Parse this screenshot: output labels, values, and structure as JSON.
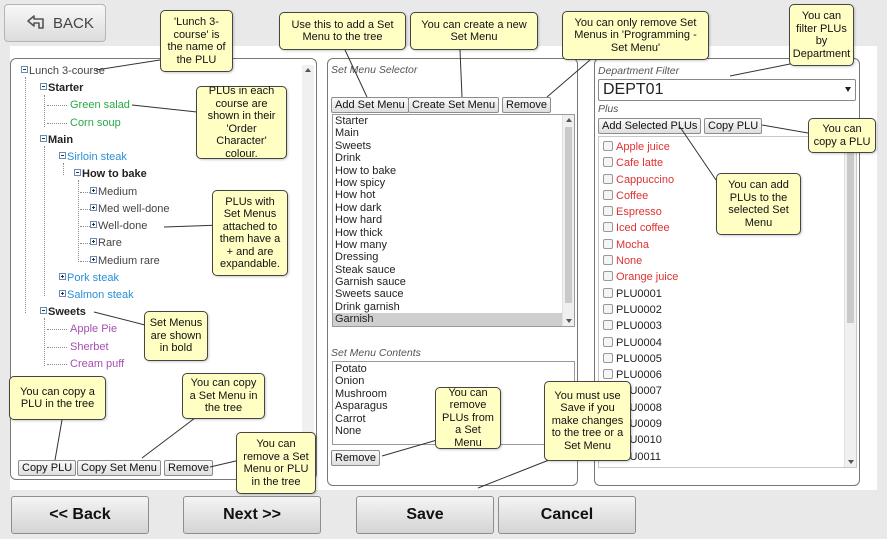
{
  "topbar": {
    "back_label": "BACK"
  },
  "tree": {
    "root": "Lunch 3-course",
    "starter": "Starter",
    "green_salad": "Green salad",
    "corn_soup": "Corn soup",
    "main": "Main",
    "sirloin": "Sirloin steak",
    "how_to_bake": "How to bake",
    "medium": "Medium",
    "med_well": "Med well-done",
    "well_done": "Well-done",
    "rare": "Rare",
    "medium_rare": "Medium rare",
    "pork": "Pork steak",
    "salmon": "Salmon steak",
    "sweets": "Sweets",
    "apple_pie": "Apple Pie",
    "sherbet": "Sherbet",
    "cream_puff": "Cream puff",
    "copy_plu": "Copy PLU",
    "copy_set_menu": "Copy Set Menu",
    "remove": "Remove"
  },
  "set_menu": {
    "selector_label": "Set Menu Selector",
    "add_button": "Add Set Menu",
    "create_button": "Create Set Menu",
    "remove_button": "Remove",
    "items": [
      "Starter",
      "Main",
      "Sweets",
      "Drink",
      "How to bake",
      "How spicy",
      "How hot",
      "How dark",
      "How hard",
      "How thick",
      "How many",
      "Dressing",
      "Steak sauce",
      "Garnish sauce",
      "Sweets sauce",
      "Drink garnish",
      "Garnish"
    ],
    "selected_item": "Garnish",
    "contents_label": "Set Menu Contents",
    "contents": [
      "Potato",
      "Onion",
      "Mushroom",
      "Asparagus",
      "Carrot",
      "None"
    ],
    "contents_remove": "Remove"
  },
  "department": {
    "filter_label": "Department Filter",
    "selected": "DEPT01",
    "plus_label": "Plus",
    "add_selected": "Add Selected PLUs",
    "copy_plu": "Copy PLU",
    "plus": [
      {
        "name": "Apple juice"
      },
      {
        "name": "Cafe latte"
      },
      {
        "name": "Cappuccino"
      },
      {
        "name": "Coffee"
      },
      {
        "name": "Espresso"
      },
      {
        "name": "Iced coffee"
      },
      {
        "name": "Mocha"
      },
      {
        "name": "None"
      },
      {
        "name": "Orange juice"
      },
      {
        "name": "PLU0001"
      },
      {
        "name": "PLU0002"
      },
      {
        "name": "PLU0003"
      },
      {
        "name": "PLU0004"
      },
      {
        "name": "PLU0005"
      },
      {
        "name": "PLU0006"
      },
      {
        "name": "PLU0007"
      },
      {
        "name": "PLU0008"
      },
      {
        "name": "PLU0009"
      },
      {
        "name": "PLU0010"
      },
      {
        "name": "PLU0011"
      }
    ]
  },
  "callouts": {
    "c_lunch": "'Lunch 3-course' is the name of the PLU",
    "c_add_set": "Use this to add a Set Menu to the tree",
    "c_create": "You can create a new Set Menu",
    "c_remove_only": "You can only remove Set Menus in 'Programming - Set Menu'",
    "c_filter": "You can filter PLUs by Department",
    "c_course": "PLUs in each course are shown in their 'Order Character' colour.",
    "c_copy_plu_right": "You can copy a PLU",
    "c_add_plus": "You can add PLUs to the selected Set Menu",
    "c_expand": "PLUs with Set Menus attached to them have a + and are expandable.",
    "c_bold": "Set Menus are shown in bold",
    "c_copy_tree": "You can copy a PLU in the tree",
    "c_copy_set": "You can copy a Set Menu in the tree",
    "c_remove_tree": "You can remove a Set Menu or PLU in the tree",
    "c_remove_plus": "You can remove PLUs from a Set Menu",
    "c_save": "You must use Save if you make changes to the tree or a Set Menu"
  },
  "footer": {
    "back": "<< Back",
    "next": "Next >>",
    "save": "Save",
    "cancel": "Cancel"
  },
  "colors": {
    "callout_bg": "#ffffc4",
    "green": "#2aa84a",
    "blue": "#2a8fd6",
    "purple": "#a64fb0",
    "red": "#e03131"
  }
}
